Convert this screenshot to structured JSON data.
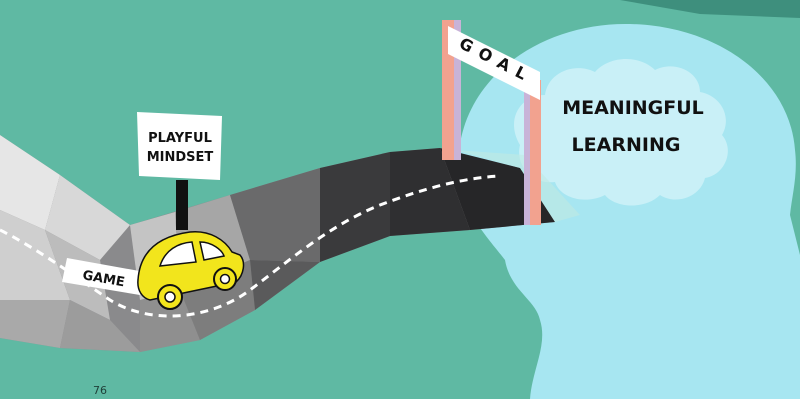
{
  "labels": {
    "goal": "GOAL",
    "playful_mindset": [
      "PLAYFUL",
      "MINDSET"
    ],
    "game": "GAME",
    "meaningful_learning": [
      "MEANINGFUL",
      "LEARNING"
    ]
  },
  "page_number": "76",
  "colors": {
    "background": "#5fb9a3",
    "background_dark": "#3e8f7d",
    "head": "#a7e6f1",
    "brain": "#c9f0f7",
    "car": "#f2e51c",
    "post_pink": "#f2a28f",
    "post_purple": "#c8b3d8",
    "road_dark": "#2f2f31",
    "road_light": "#d9d9d9"
  }
}
